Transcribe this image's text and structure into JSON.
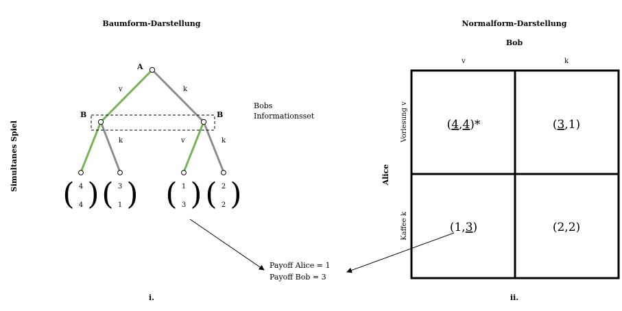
{
  "titles": {
    "tree": "Baumform-Darstellung",
    "matrix": "Normalform-Darstellung",
    "row_side": "Simultanes Spiel",
    "panel_i": "i.",
    "panel_ii": "ii."
  },
  "tree": {
    "root_label": "A",
    "node_left_label": "B",
    "node_right_label": "B",
    "edge_root_left": "v",
    "edge_root_right": "k",
    "edge_left_right": "k",
    "edge_right_left": "v",
    "edge_right_right": "k",
    "info_set_line1": "Bobs",
    "info_set_line2": "Informationsset",
    "payoffs": [
      {
        "top": "4",
        "bottom": "4"
      },
      {
        "top": "3",
        "bottom": "1"
      },
      {
        "top": "1",
        "bottom": "3"
      },
      {
        "top": "2",
        "bottom": "2"
      }
    ],
    "colors": {
      "chosen": "#77b255",
      "other": "#8c8c8c"
    }
  },
  "matrix": {
    "col_player": "Bob",
    "row_player": "Alice",
    "col_labels": [
      "v",
      "k"
    ],
    "row_labels": [
      "Vorlesung v",
      "Kaffee k"
    ],
    "cells": {
      "r1c1": {
        "a": "4",
        "b": "4",
        "mark": "*"
      },
      "r1c2": {
        "a": "3",
        "b": "1"
      },
      "r2c1": {
        "a": "1",
        "b": "3"
      },
      "r2c2": {
        "a": "2",
        "b": "2"
      }
    }
  },
  "payoff_box": {
    "line1": "Payoff Alice = 1",
    "line2": "Payoff Bob  = 3"
  }
}
